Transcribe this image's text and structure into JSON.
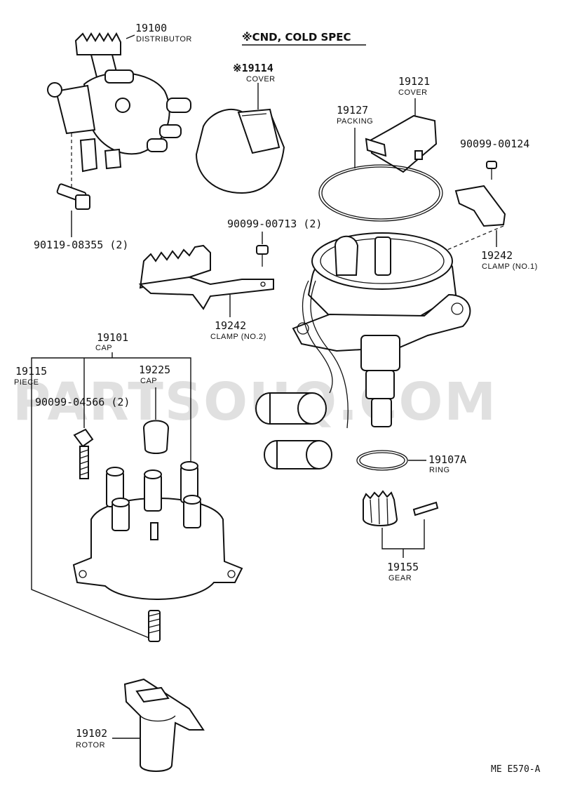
{
  "spec_note": "※CND, COLD SPEC",
  "reference_code": "ME  E570-A",
  "watermark": "PARTSOUQ.COM",
  "parts": {
    "distributor": {
      "number": "19100",
      "name": "DISTRIBUTOR"
    },
    "cover_19114": {
      "number": "※19114",
      "name": "COVER"
    },
    "cover_19121": {
      "number": "19121",
      "name": "COVER"
    },
    "packing": {
      "number": "19127",
      "name": "PACKING"
    },
    "screw_00124": {
      "number": "90099-00124",
      "name": ""
    },
    "bolt_08355": {
      "number": "90119-08355 (2)",
      "name": ""
    },
    "screw_00713": {
      "number": "90099-00713 (2)",
      "name": ""
    },
    "clamp_no1": {
      "number": "19242",
      "name": "CLAMP (NO.1)"
    },
    "clamp_no2": {
      "number": "19242",
      "name": "CLAMP (NO.2)"
    },
    "cap_19101": {
      "number": "19101",
      "name": "CAP"
    },
    "piece": {
      "number": "19115",
      "name": "PIECE"
    },
    "cap_19225": {
      "number": "19225",
      "name": "CAP"
    },
    "screw_04566": {
      "number": "90099-04566 (2)",
      "name": ""
    },
    "ring": {
      "number": "19107A",
      "name": "RING"
    },
    "gear": {
      "number": "19155",
      "name": "GEAR"
    },
    "rotor": {
      "number": "19102",
      "name": "ROTOR"
    }
  }
}
